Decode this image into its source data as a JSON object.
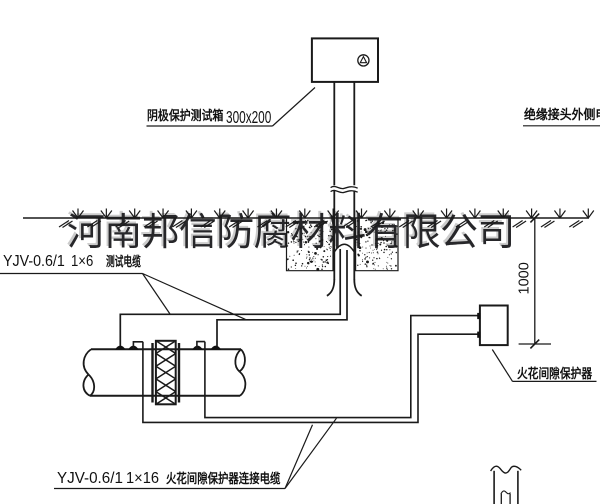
{
  "page": {
    "background": "#ffffff",
    "line_color": "#1a1a1a",
    "type": "cad-engineering-diagram"
  },
  "watermark": {
    "text": "河南邦信防腐材料有限公司"
  },
  "labels": {
    "test_box": {
      "name": "阴极保护测试箱",
      "size": "300x200"
    },
    "joint_outer_cable": {
      "text": "绝缘接头外侧电缆"
    },
    "test_cable": {
      "spec": "YJV-0.6/1",
      "cores": "1×6",
      "name": "测试电缆"
    },
    "protector_cable": {
      "spec": "YJV-0.6/1",
      "cores": "1×16",
      "name": "火花间隙保护器连接电缆"
    },
    "spark_gap_protector": {
      "text": "火花间隙保护器"
    },
    "dimension": {
      "value": "1000"
    }
  }
}
